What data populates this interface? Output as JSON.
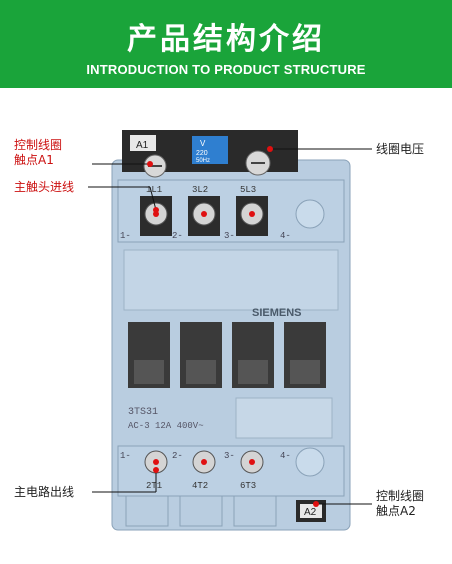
{
  "banner": {
    "title": "产品结构介绍",
    "subtitle": "INTRODUCTION TO PRODUCT STRUCTURE",
    "bg_color": "#1aa43a"
  },
  "annotations": {
    "coil_contact_a1_line1": "控制线圈",
    "coil_contact_a1_line2": "触点A1",
    "main_contact_inlet": "主触头进线",
    "coil_voltage": "线圈电压",
    "main_circuit_outlet": "主电路出线",
    "coil_contact_a2_line1": "控制线圈",
    "coil_contact_a2_line2": "触点A2",
    "label_color": "#cc1111"
  },
  "device": {
    "brand": "SIEMENS",
    "model": "3TS31",
    "rating": "AC-3  12A  400V~",
    "terminal_a1": "A1",
    "terminal_a2": "A2",
    "coil_v": "V",
    "coil_volt_1": "220",
    "coil_volt_2": "50Hz",
    "top_terminals": [
      "1L1",
      "3L2",
      "5L3"
    ],
    "bottom_terminals": [
      "2T1",
      "4T2",
      "6T3"
    ],
    "side_marks_top": [
      "1-",
      "2-",
      "3-",
      "4-"
    ],
    "side_marks_bottom": [
      "1-",
      "2-",
      "3-",
      "4-"
    ]
  }
}
